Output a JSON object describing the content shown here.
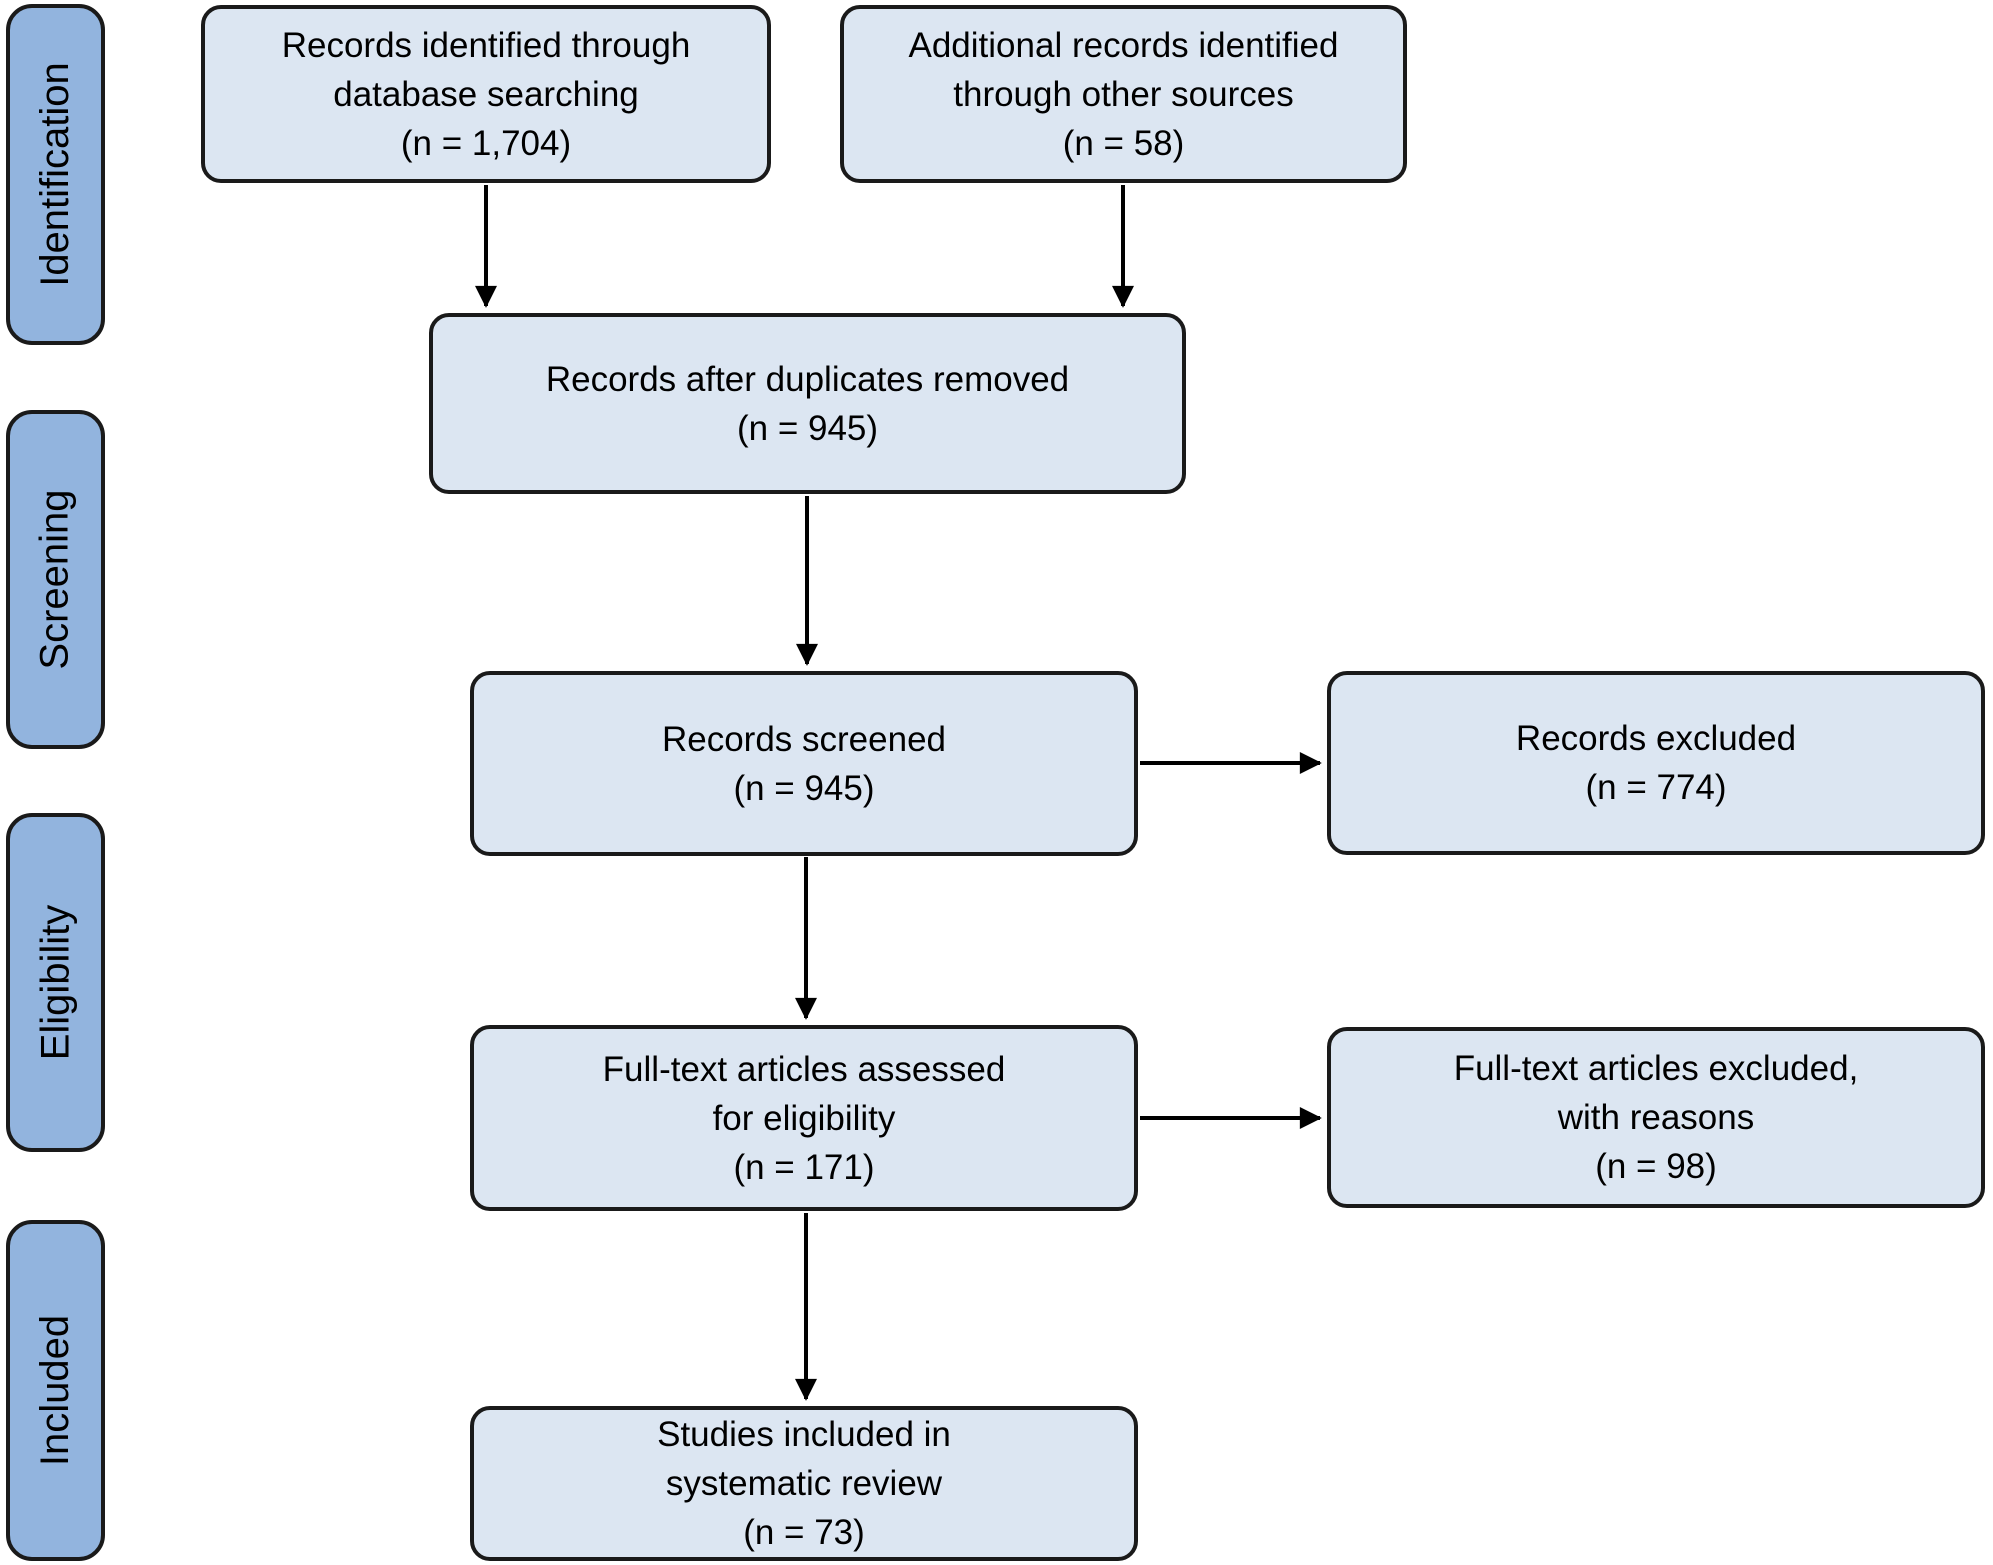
{
  "colors": {
    "page_bg": "#ffffff",
    "flow_box_fill": "#dce6f2",
    "flow_box_border": "#1a1a1a",
    "stage_fill": "#92b4de",
    "stage_border": "#1a1a1a",
    "arrow": "#000000",
    "text": "#000000"
  },
  "diagram": {
    "stages": [
      {
        "id": "identification",
        "label": "Identification"
      },
      {
        "id": "screening",
        "label": "Screening"
      },
      {
        "id": "eligibility",
        "label": "Eligibility"
      },
      {
        "id": "included",
        "label": "Included"
      }
    ],
    "boxes": [
      {
        "id": "records-identified",
        "n": "1,704",
        "text": "Records identified through\ndatabase searching\n(n = 1,704)"
      },
      {
        "id": "additional-records",
        "n": "58",
        "text": "Additional records identified\nthrough other sources\n(n = 58)"
      },
      {
        "id": "after-duplicates",
        "n": "945",
        "text": "Records after duplicates removed\n(n = 945)"
      },
      {
        "id": "records-screened",
        "n": "945",
        "text": "Records screened\n(n = 945)"
      },
      {
        "id": "records-excluded",
        "n": "774",
        "text": "Records excluded\n(n = 774)"
      },
      {
        "id": "fulltext-assessed",
        "n": "171",
        "text": "Full-text articles assessed\nfor eligibility\n(n = 171)"
      },
      {
        "id": "fulltext-excluded",
        "n": "98",
        "text": "Full-text articles excluded,\nwith reasons\n(n = 98)"
      },
      {
        "id": "studies-included",
        "n": "73",
        "text": "Studies included in\nsystematic review\n(n = 73)"
      }
    ]
  }
}
